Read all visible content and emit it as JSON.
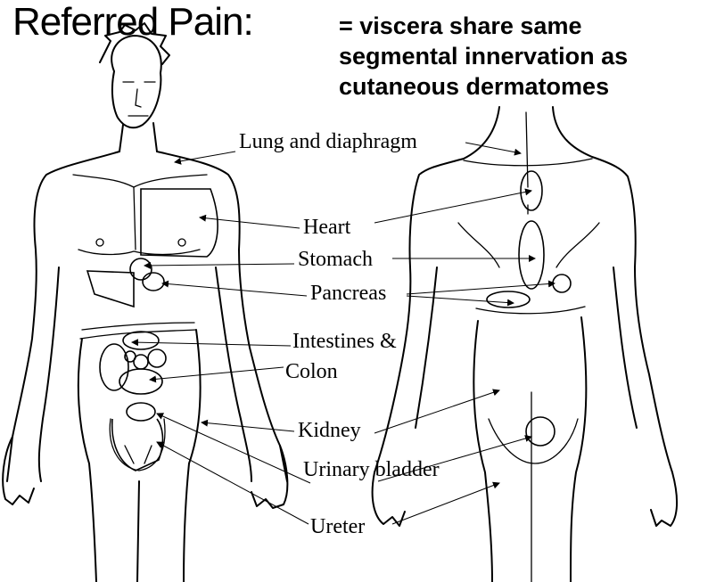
{
  "title": "Referred Pain:",
  "subtitle_lines": [
    "= viscera share same",
    "segmental innervation as",
    "cutaneous dermatomes"
  ],
  "labels": {
    "lung": "Lung and diaphragm",
    "heart": "Heart",
    "stomach": "Stomach",
    "pancreas": "Pancreas",
    "intestines": "Intestines &",
    "colon": "Colon",
    "kidney": "Kidney",
    "bladder": "Urinary bladder",
    "ureter": "Ureter"
  }
}
